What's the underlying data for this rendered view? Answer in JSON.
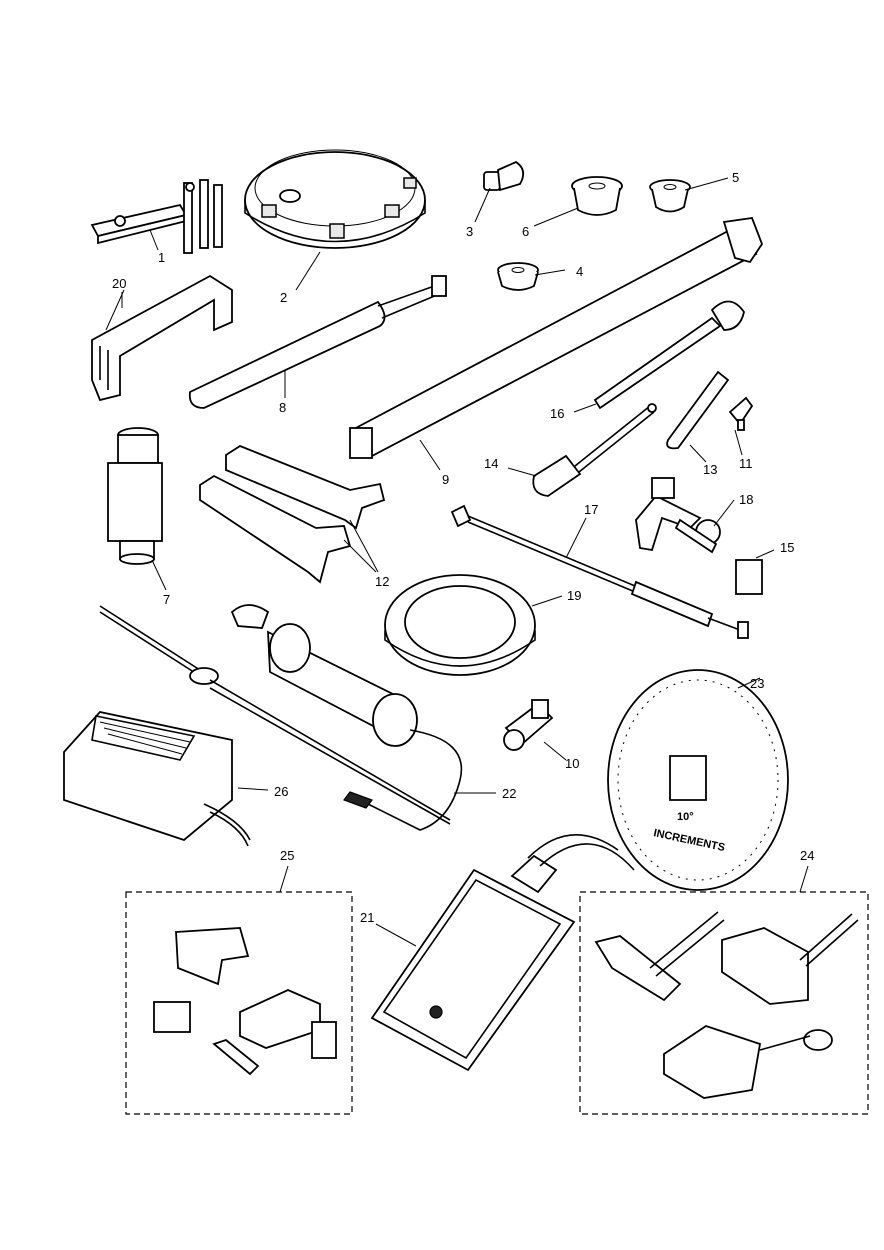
{
  "callouts": [
    {
      "id": "c1",
      "text": "1"
    },
    {
      "id": "c2",
      "text": "2"
    },
    {
      "id": "c3",
      "text": "3"
    },
    {
      "id": "c4",
      "text": "4"
    },
    {
      "id": "c5",
      "text": "5"
    },
    {
      "id": "c6",
      "text": "6"
    },
    {
      "id": "c7",
      "text": "7"
    },
    {
      "id": "c8",
      "text": "8"
    },
    {
      "id": "c9",
      "text": "9"
    },
    {
      "id": "c10",
      "text": "10"
    },
    {
      "id": "c11",
      "text": "11"
    },
    {
      "id": "c12",
      "text": "12"
    },
    {
      "id": "c13",
      "text": "13"
    },
    {
      "id": "c14",
      "text": "14"
    },
    {
      "id": "c15",
      "text": "15"
    },
    {
      "id": "c16",
      "text": "16"
    },
    {
      "id": "c17",
      "text": "17"
    },
    {
      "id": "c18",
      "text": "18"
    },
    {
      "id": "c19",
      "text": "19"
    },
    {
      "id": "c20",
      "text": "20"
    },
    {
      "id": "c21",
      "text": "21"
    },
    {
      "id": "c22",
      "text": "22"
    },
    {
      "id": "c23",
      "text": "23"
    },
    {
      "id": "c24",
      "text": "24"
    },
    {
      "id": "c25",
      "text": "25"
    },
    {
      "id": "c26",
      "text": "26"
    }
  ],
  "degree_wheel": {
    "line1": "10°",
    "line2": "INCREMENTS"
  }
}
